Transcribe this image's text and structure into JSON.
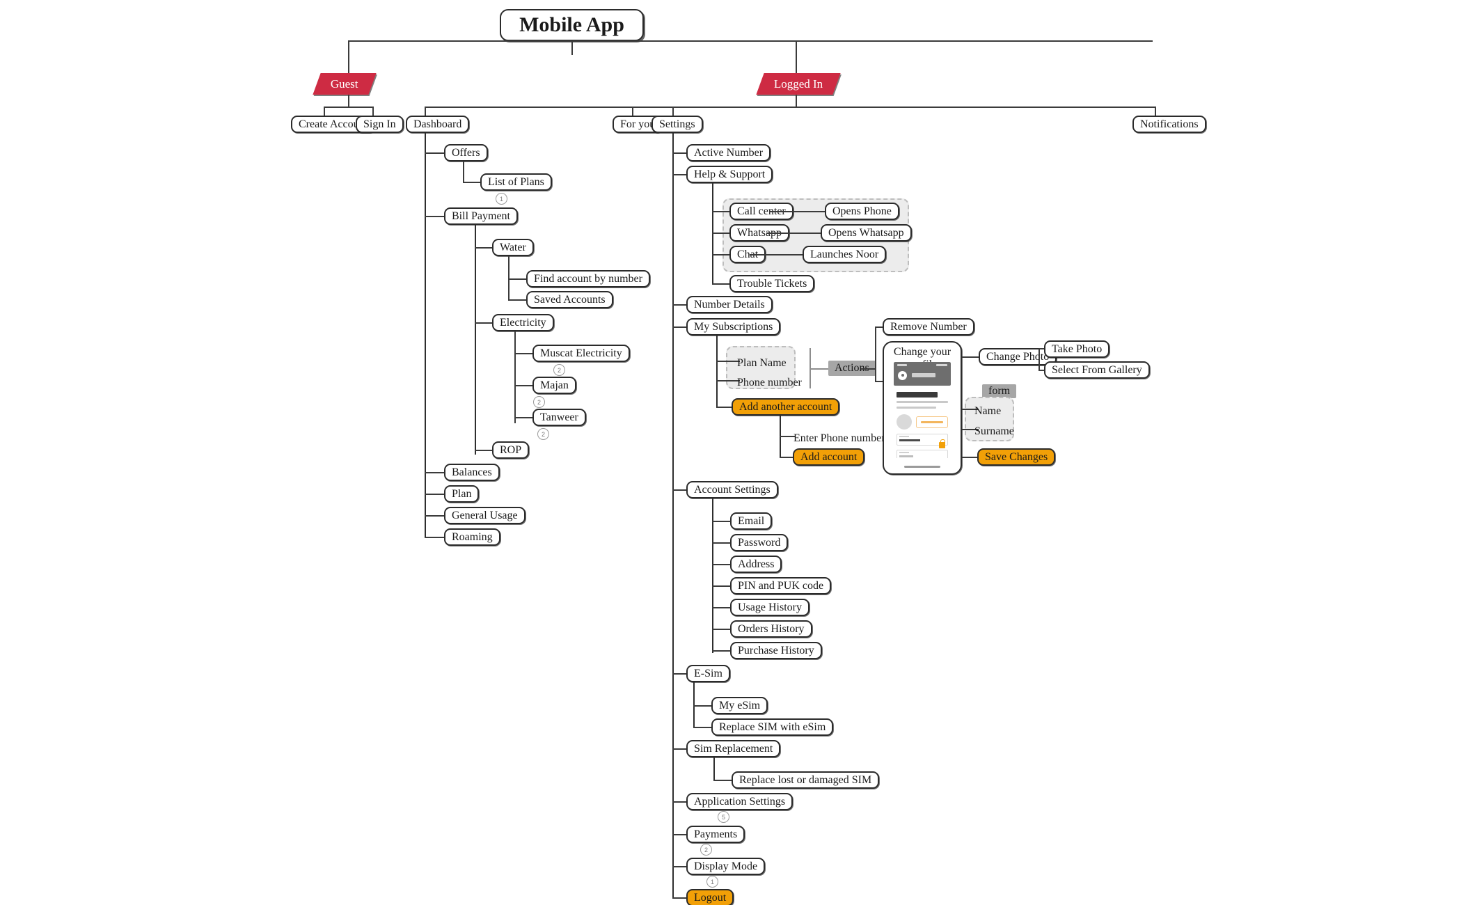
{
  "diagram": {
    "title": "Mobile App",
    "type": "sitemap-flowchart",
    "colors": {
      "state_red": "#CE2B43",
      "action_orange": "#F2A007",
      "group_grey": "#ececec",
      "solid_grey": "#a6a6a6",
      "node_border": "#2b2b2b"
    }
  },
  "root": {
    "label": "Mobile App"
  },
  "states": {
    "guest": "Guest",
    "logged_in": "Logged In"
  },
  "guest_children": [
    {
      "label": "Create Account"
    },
    {
      "label": "Sign In"
    }
  ],
  "logged_in_children": [
    {
      "label": "Dashboard"
    },
    {
      "label": "For you"
    },
    {
      "label": "Settings"
    },
    {
      "label": "Notifications"
    }
  ],
  "dashboard": {
    "label": "Dashboard",
    "items": [
      {
        "label": "Offers",
        "children": [
          {
            "label": "List of Plans",
            "badge": "1"
          }
        ]
      },
      {
        "label": "Bill Payment",
        "children": [
          {
            "label": "Water",
            "children": [
              {
                "label": "Find account by number"
              },
              {
                "label": "Saved Accounts"
              }
            ]
          },
          {
            "label": "Electricity",
            "children": [
              {
                "label": "Muscat Electricity",
                "badge": "2"
              },
              {
                "label": "Majan",
                "badge": "2"
              },
              {
                "label": "Tanweer",
                "badge": "2"
              }
            ]
          },
          {
            "label": "ROP"
          }
        ]
      },
      {
        "label": "Balances"
      },
      {
        "label": "Plan"
      },
      {
        "label": "General Usage"
      },
      {
        "label": "Roaming"
      }
    ]
  },
  "settings": {
    "label": "Settings",
    "items": [
      {
        "label": "Active Number"
      },
      {
        "label": "Help & Support"
      },
      {
        "label": "Number Details"
      },
      {
        "label": "My Subscriptions"
      },
      {
        "label": "Account Settings"
      },
      {
        "label": "E-Sim"
      },
      {
        "label": "Sim Replacement"
      },
      {
        "label": "Application Settings",
        "badge": "5"
      },
      {
        "label": "Payments",
        "badge": "2"
      },
      {
        "label": "Display Mode",
        "badge": "1"
      },
      {
        "label": "Logout",
        "style": "orange"
      }
    ]
  },
  "help_support": {
    "channels": [
      {
        "label": "Call center",
        "result": "Opens Phone"
      },
      {
        "label": "Whatsapp",
        "result": "Opens Whatsapp"
      },
      {
        "label": "Chat",
        "result": "Launches Noor"
      }
    ],
    "trouble_tickets": "Trouble Tickets"
  },
  "my_subscriptions": {
    "group_items": [
      {
        "label": "Plan Name"
      },
      {
        "label": "Phone number"
      }
    ],
    "actions_label": "Actions",
    "add_another_account": "Add another account",
    "enter_phone_number": "Enter Phone number",
    "add_account": "Add account",
    "remove_number": "Remove Number",
    "profile": {
      "title": "Change your profile",
      "change_photo": "Change Photo",
      "photo_options": [
        {
          "label": "Take Photo"
        },
        {
          "label": "Select From Gallery"
        }
      ],
      "form_label": "form",
      "form_fields": [
        {
          "label": "Name"
        },
        {
          "label": "Surname"
        }
      ],
      "save_changes": "Save Changes"
    }
  },
  "account_settings": {
    "items": [
      {
        "label": "Email"
      },
      {
        "label": "Password"
      },
      {
        "label": "Address"
      },
      {
        "label": "PIN and PUK code"
      },
      {
        "label": "Usage History"
      },
      {
        "label": "Orders History"
      },
      {
        "label": "Purchase History"
      }
    ]
  },
  "esim": {
    "items": [
      {
        "label": "My eSim"
      },
      {
        "label": "Replace SIM with eSim"
      }
    ]
  },
  "sim_replacement": {
    "items": [
      {
        "label": "Replace lost or damaged SIM"
      }
    ]
  }
}
